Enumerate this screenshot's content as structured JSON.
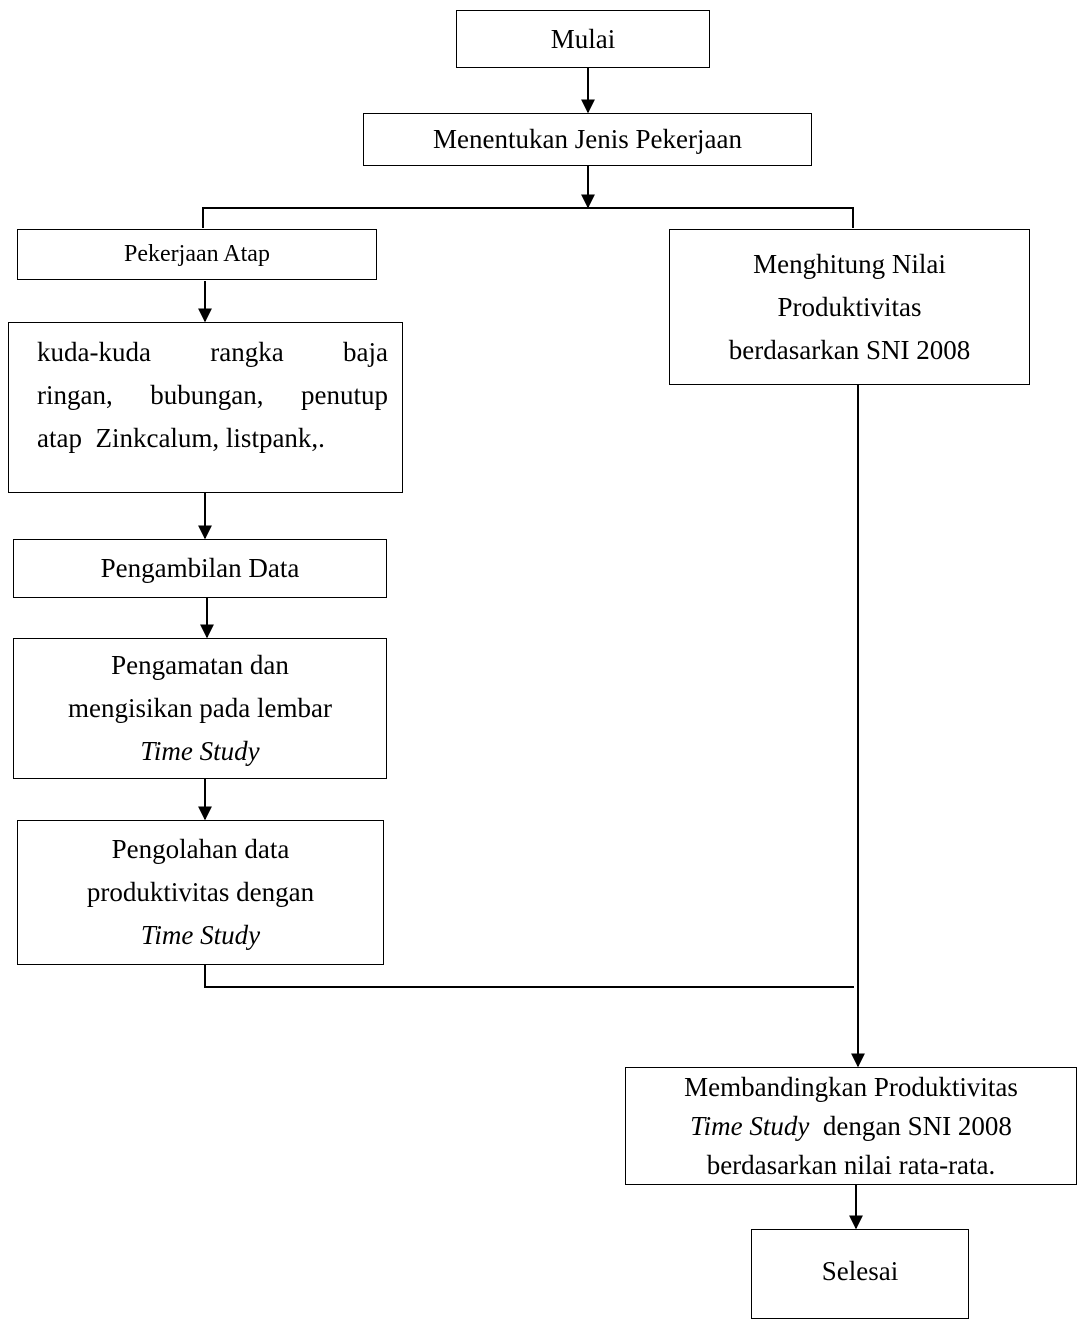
{
  "nodes": {
    "start": "Mulai",
    "determine": "Menentukan Jenis Pekerjaan",
    "roof_work": "Pekerjaan Atap",
    "roof_items": [
      "kuda-kuda rangka baja",
      "ringan, bubungan, penutup",
      "atap  Zinkcalum, listpank,."
    ],
    "collect": "Pengambilan Data",
    "observe": [
      "Pengamatan dan",
      "mengisikan pada lembar",
      "Time Study"
    ],
    "process": [
      "Pengolahan data",
      "produktivitas dengan",
      "Time Study"
    ],
    "sni": [
      "Menghitung Nilai",
      "Produktivitas",
      "berdasarkan SNI 2008"
    ],
    "compare": {
      "line1": "Membandingkan Produktivitas",
      "line2_italic": "Time Study",
      "line2_rest": "  dengan SNI 2008",
      "line3": "berdasarkan nilai rata-rata."
    },
    "end": "Selesai"
  }
}
